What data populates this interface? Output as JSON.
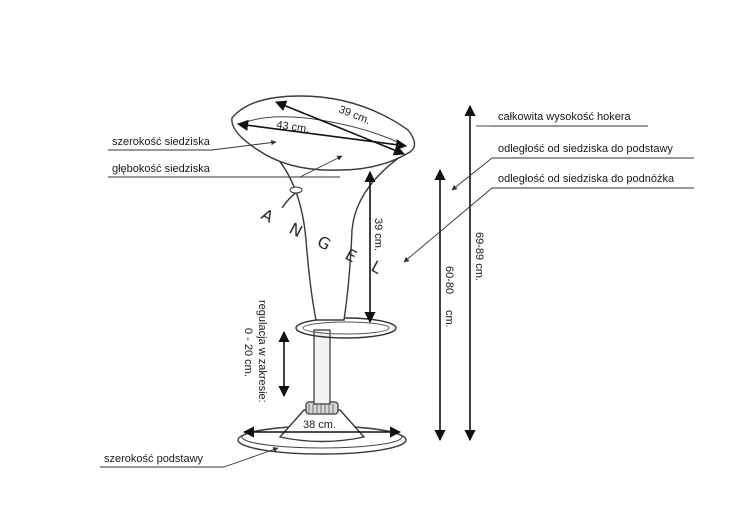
{
  "labels": {
    "seat_width": "szerokość siedziska",
    "seat_depth": "głębokość siedziska",
    "base_width": "szerokość podstawy",
    "total_height": "całkowita wysokość hokera",
    "seat_to_base": "odległość od siedziska do podstawy",
    "seat_to_footrest": "odległość od siedziska do podnóżka"
  },
  "dimensions": {
    "seat_width": "39 cm.",
    "seat_depth": "43 cm.",
    "seat_to_footrest": "39 cm.",
    "base": "38 cm.",
    "seat_to_base_top": "60-80",
    "seat_to_base_bottom": "cm.",
    "total_height": "69-89 cm.",
    "adjust_line1": "regulacja w zakresie:",
    "adjust_line2": "0 - 20 cm."
  },
  "brand": [
    "A",
    "N",
    "G",
    "E",
    "L"
  ]
}
